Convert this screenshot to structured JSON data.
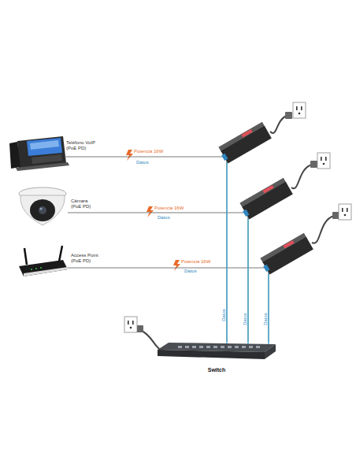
{
  "diagram": {
    "nodes": [
      {
        "text": [
          "Teléfono VoIP (PoE PD)"
        ]
      },
      {
        "text": [
          "Cámara (PoE PD)"
        ]
      },
      {
        "text": [
          "Access Point (PoE PD)"
        ]
      },
      {
        "text": [
          "Switch"
        ]
      }
    ],
    "edges": [
      {
        "from": 0,
        "to": 3,
        "arrow": "none"
      },
      {
        "from": 1,
        "to": 3,
        "arrow": "none"
      },
      {
        "from": 2,
        "to": 3,
        "arrow": "none"
      }
    ],
    "labels": [
      "Potencia 16W",
      "Datos",
      "Potencia 16W",
      "Datos",
      "Potencia 16W",
      "Datos",
      "Datos",
      "Datos",
      "Datos"
    ]
  }
}
